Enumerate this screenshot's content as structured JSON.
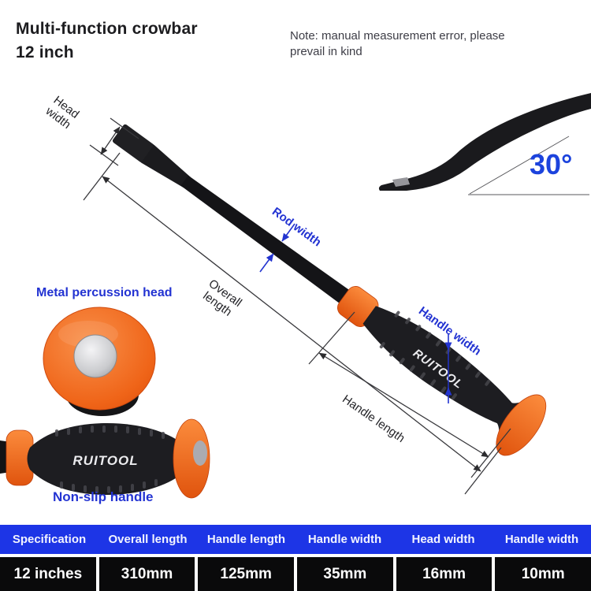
{
  "title": {
    "line1": "Multi-function crowbar",
    "line2": "12 inch"
  },
  "note": {
    "line1": "Note: manual measurement error, please",
    "line2": "prevail in kind"
  },
  "brand": "RUITOOL",
  "labels": {
    "head_width": "Head width",
    "rod_width": "Rod width",
    "overall_length": "Overall length",
    "handle_width": "Handle width",
    "handle_length": "Handle length",
    "angle": "30°",
    "metal_percussion_head": "Metal percussion head",
    "non_slip_handle": "Non-slip handle"
  },
  "colors": {
    "table_header_bg": "#1d35e6",
    "table_value_bg": "#0a0a0b",
    "label_blue": "#2333d2",
    "angle_blue": "#1c43dd",
    "orange": "#ef6418"
  },
  "spec_table": {
    "headers": [
      "Specification",
      "Overall length",
      "Handle length",
      "Handle width",
      "Head width",
      "Handle width"
    ],
    "values": [
      "12 inches",
      "310mm",
      "125mm",
      "35mm",
      "16mm",
      "10mm"
    ]
  }
}
